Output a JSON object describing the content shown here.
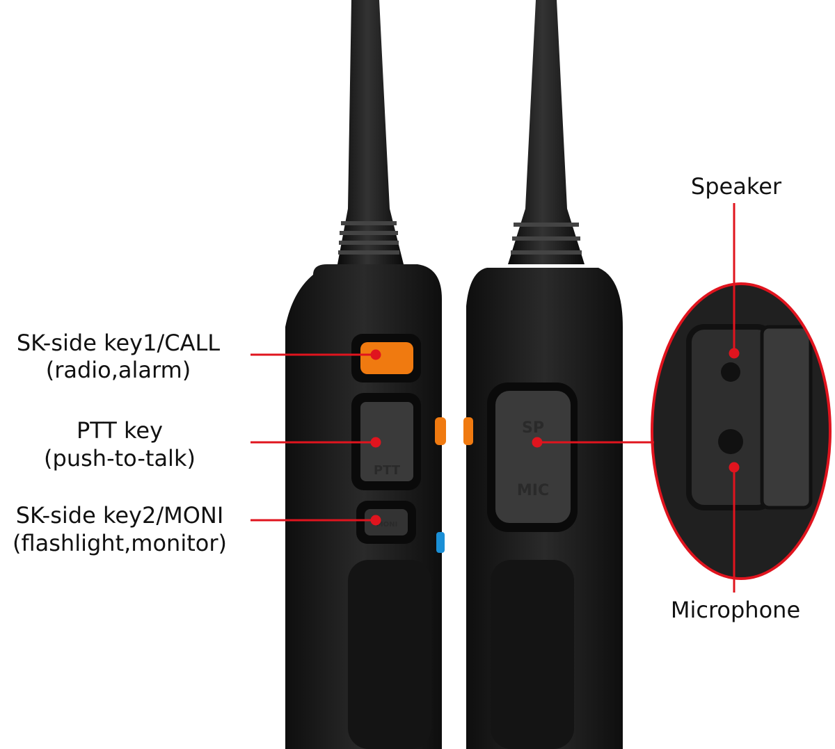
{
  "callouts": {
    "key1_title": "SK-side key1/CALL",
    "key1_sub": "(radio,alarm)",
    "ptt_title": "PTT key",
    "ptt_sub": "(push-to-talk)",
    "key2_title": "SK-side key2/MONI",
    "key2_sub": "(flashlight,monitor)",
    "speaker": "Speaker",
    "microphone": "Microphone"
  },
  "device_markings": {
    "ptt": "PTT",
    "moni": "MONI",
    "sp": "SP",
    "mic": "MIC"
  },
  "colors": {
    "callout_red": "#e0141e",
    "call_key_orange": "#f07a10",
    "side_key_blue": "#1a8fd6",
    "body": "#1c1c1c"
  }
}
